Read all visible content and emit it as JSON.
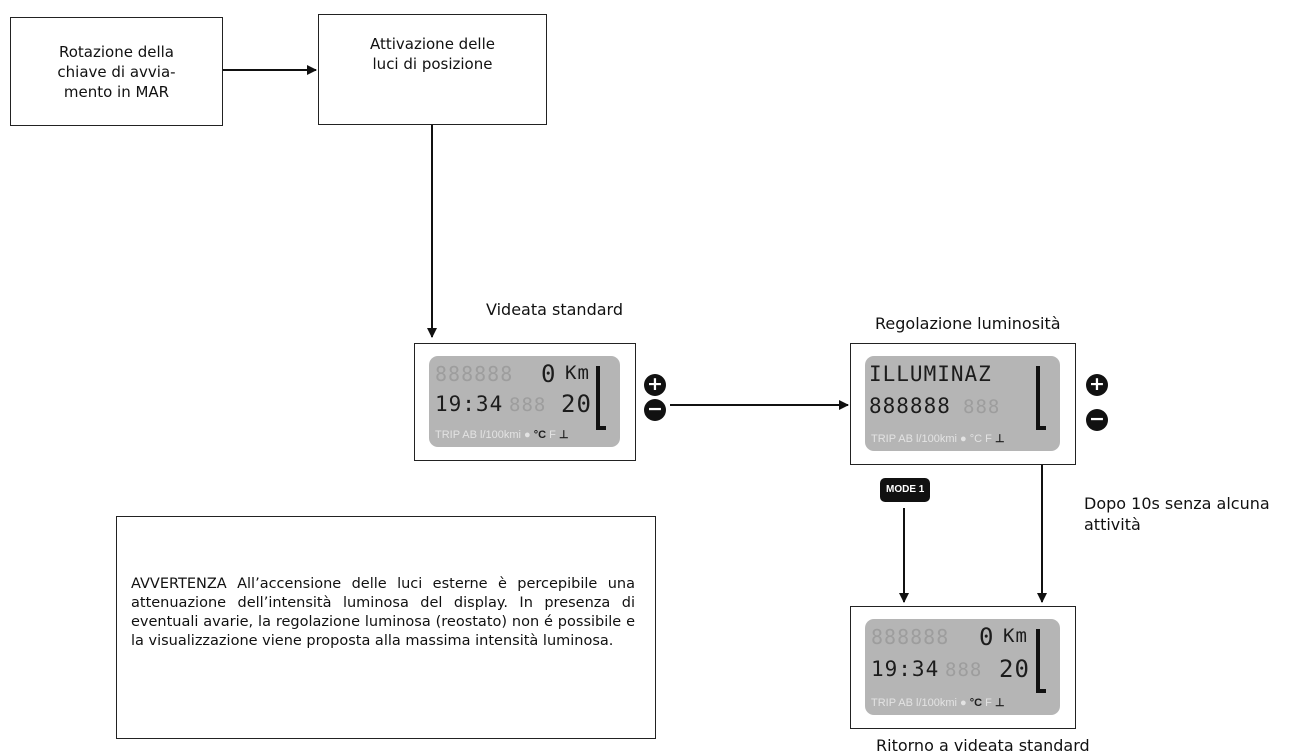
{
  "steps": {
    "key_rotation": {
      "lines": [
        "Rotazione della",
        "chiave di avvia-",
        "mento in MAR"
      ]
    },
    "position_lights": {
      "lines": [
        "Attivazione delle",
        "luci di posizione"
      ]
    }
  },
  "labels": {
    "standard_view": "Videata standard",
    "brightness_adjust": "Regolazione luminosità",
    "timeout_line1": "Dopo 10s senza alcuna",
    "timeout_line2": "attività",
    "return_standard": "Ritorno a videata standard"
  },
  "mode_button": "MODE 1",
  "buttons": {
    "plus": "+",
    "minus": "−"
  },
  "displays": {
    "standard": {
      "odometer_value": "0",
      "odometer_unit": "Km",
      "clock": "19:34",
      "temperature": "20",
      "status_prefix": "TRIP AB l/100kmi",
      "status_unit": "°C",
      "status_suffix": "F"
    },
    "brightness": {
      "line1": "ILLUMINAZ",
      "line2": "888888",
      "status_prefix": "TRIP AB l/100kmi",
      "status_unit": "°C F"
    },
    "returned": {
      "odometer_value": "0",
      "odometer_unit": "Km",
      "clock": "19:34",
      "temperature": "20",
      "status_prefix": "TRIP AB l/100kmi",
      "status_unit": "°C",
      "status_suffix": "F"
    }
  },
  "warning": "AVVERTENZA All’accensione delle luci esterne è percepibile una attenuazione dell’intensità luminosa del display. In presenza di eventuali avarie, la regolazione luminosa (reostato) non é possibile e la visualizzazione viene proposta alla massima intensità luminosa."
}
